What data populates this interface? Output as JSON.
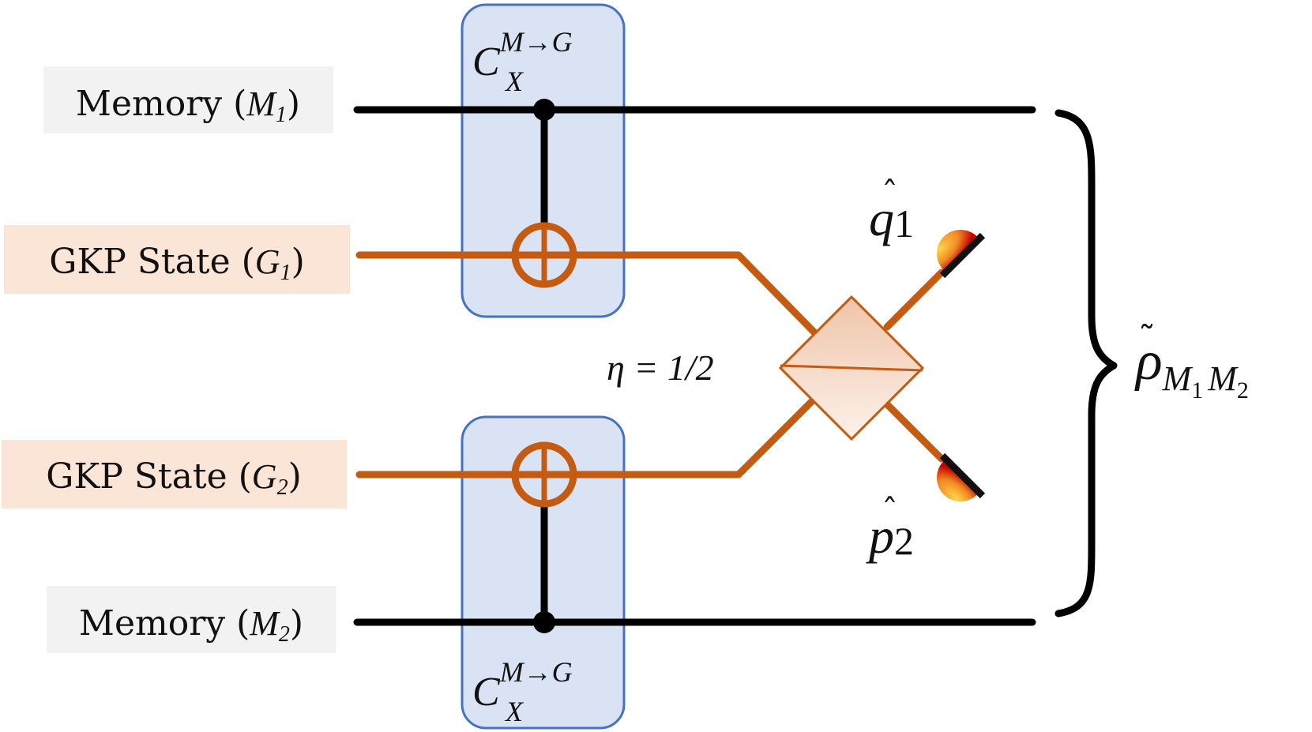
{
  "wires": {
    "memory_1": {
      "label": "Memory",
      "symbol": "M",
      "subscript": "1"
    },
    "gkp_1": {
      "label": "GKP State",
      "symbol": "G",
      "subscript": "1"
    },
    "gkp_2": {
      "label": "GKP State",
      "symbol": "G",
      "subscript": "2"
    },
    "memory_2": {
      "label": "Memory",
      "symbol": "M",
      "subscript": "2"
    }
  },
  "gates": {
    "top": {
      "base": "C",
      "sub": "X",
      "sup": "M→G"
    },
    "bottom": {
      "base": "C",
      "sub": "X",
      "sup": "M→G"
    }
  },
  "beam_splitter": {
    "transmissivity": "η = 1/2"
  },
  "detectors": {
    "upper": {
      "operator": "q",
      "subscript": "1"
    },
    "lower": {
      "operator": "p",
      "subscript": "2"
    }
  },
  "output_state": {
    "symbol": "ρ",
    "subscript": "M",
    "sub_1": "1",
    "sub_2": "2"
  },
  "colors": {
    "memory_wire": "#000000",
    "gkp_wire": "#c55a11",
    "gkp_label_bg": "#fbe5d6",
    "memory_label_bg": "#f2f2f2",
    "gate_box_fill": "#dae3f3",
    "gate_box_stroke": "#4472c4",
    "beam_splitter_fill": "#f3d5c3",
    "detector_face": "#e23b1d"
  }
}
